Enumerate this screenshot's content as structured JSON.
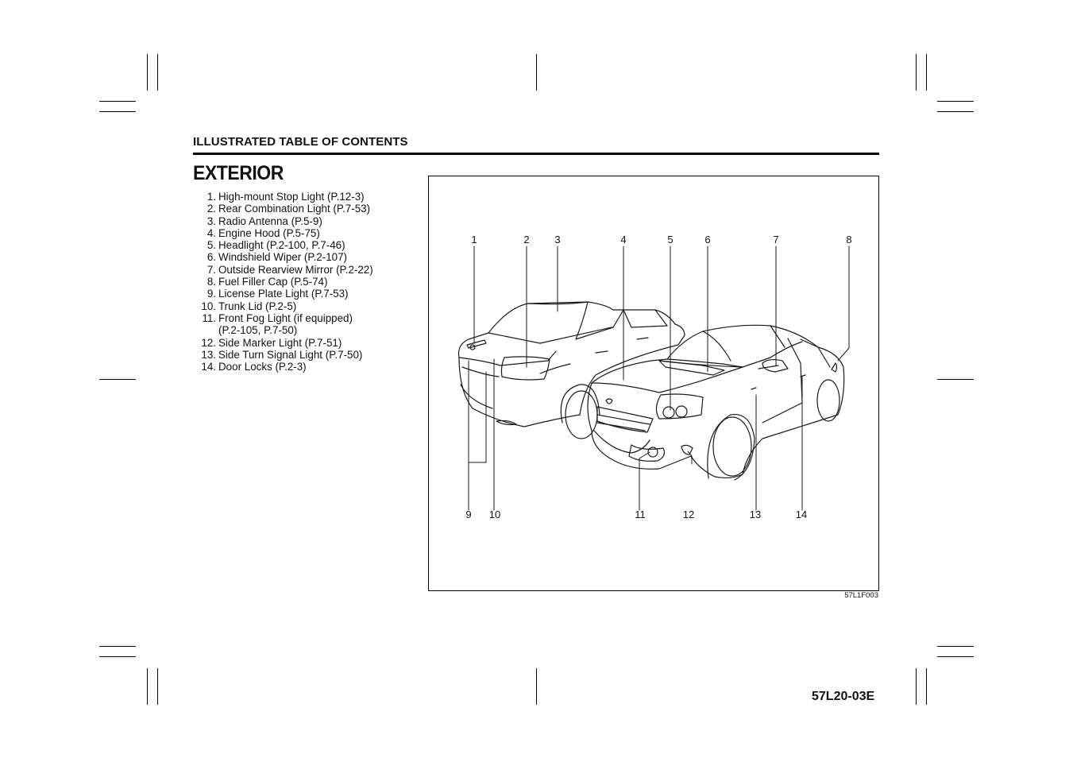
{
  "header": {
    "section": "ILLUSTRATED TABLE OF CONTENTS"
  },
  "page": {
    "title": "EXTERIOR"
  },
  "items": [
    {
      "num": "1.",
      "text": "High-mount Stop Light (P.12-3)"
    },
    {
      "num": "2.",
      "text": "Rear Combination Light (P.7-53)"
    },
    {
      "num": "3.",
      "text": "Radio Antenna (P.5-9)"
    },
    {
      "num": "4.",
      "text": "Engine Hood (P.5-75)"
    },
    {
      "num": "5.",
      "text": "Headlight (P.2-100, P.7-46)"
    },
    {
      "num": "6.",
      "text": "Windshield Wiper (P.2-107)"
    },
    {
      "num": "7.",
      "text": "Outside Rearview Mirror (P.2-22)"
    },
    {
      "num": "8.",
      "text": "Fuel Filler Cap (P.5-74)"
    },
    {
      "num": "9.",
      "text": "License Plate Light (P.7-53)"
    },
    {
      "num": "10.",
      "text": "Trunk Lid (P.2-5)"
    },
    {
      "num": "11.",
      "text": "Front Fog Light (if equipped)"
    },
    {
      "num": "",
      "text": "(P.2-105, P.7-50)"
    },
    {
      "num": "12.",
      "text": "Side Marker Light (P.7-51)"
    },
    {
      "num": "13.",
      "text": "Side Turn Signal Light (P.7-50)"
    },
    {
      "num": "14.",
      "text": "Door Locks (P.2-3)"
    }
  ],
  "figure": {
    "code": "57L1F003",
    "callouts_top": [
      "1",
      "2",
      "3",
      "4",
      "5",
      "6",
      "7",
      "8"
    ],
    "callouts_bottom": [
      "9",
      "10",
      "11",
      "12",
      "13",
      "14"
    ]
  },
  "footer": {
    "doc_code": "57L20-03E"
  }
}
